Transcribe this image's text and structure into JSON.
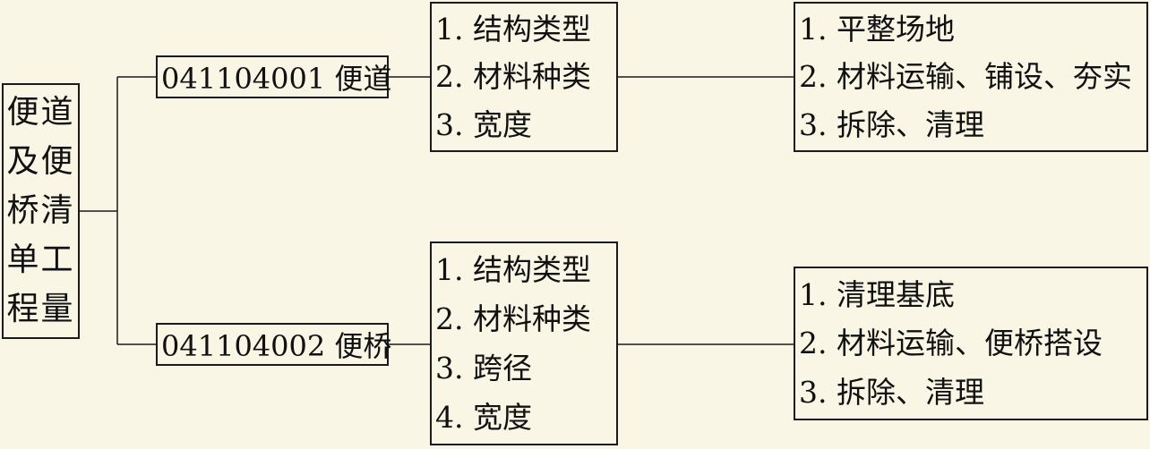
{
  "root": {
    "lines": [
      "便道",
      "及便",
      "桥清",
      "单工",
      "程量"
    ]
  },
  "items": [
    {
      "code_label": "041104001 便道",
      "features": [
        "1.  结构类型",
        "2.  材料种类",
        "3.  宽度"
      ],
      "work": [
        "1.  平整场地",
        "2.  材料运输、铺设、夯实",
        "3.  拆除、清理"
      ]
    },
    {
      "code_label": "041104002 便桥",
      "features": [
        "1.  结构类型",
        "2.  材料种类",
        "3.  跨径",
        "4.  宽度"
      ],
      "work": [
        "1.  清理基底",
        "2.  材料运输、便桥搭设",
        "3.  拆除、清理"
      ]
    }
  ]
}
